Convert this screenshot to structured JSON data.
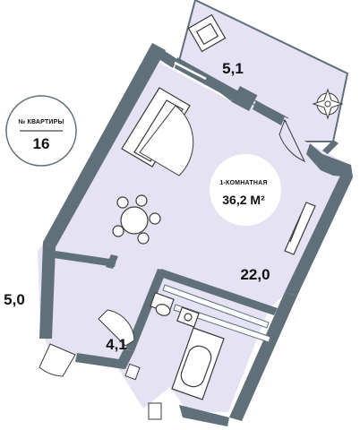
{
  "apartment": {
    "label": "№ КВАРТИРЫ",
    "number": "16",
    "type_label": "1-КОМНАТНАЯ",
    "total_area": "36,2 М²"
  },
  "rooms": {
    "balcony_area": "5,1",
    "main_room_area": "22,0",
    "hall_area": "5,0",
    "bathroom_area": "4,1"
  },
  "colors": {
    "wall": "#5f7079",
    "floor": "#e4e2f3",
    "furniture_line": "#3b3b3b"
  }
}
